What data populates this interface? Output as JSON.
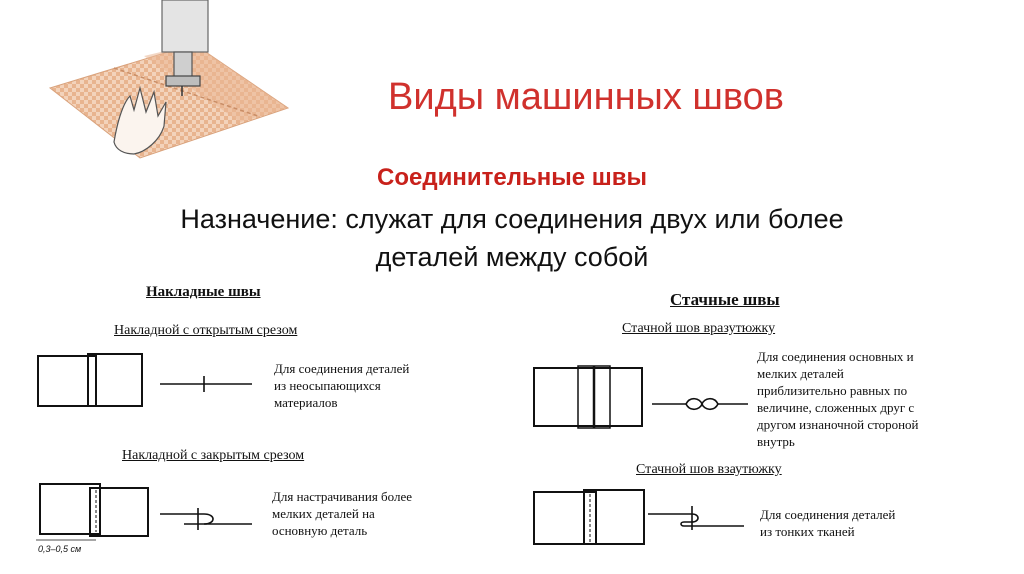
{
  "slide": {
    "title": "Виды машинных швов",
    "subtitle": "Соединительные швы",
    "purpose_line1": "Назначение: служат для соединения двух или более",
    "purpose_line2": "деталей между собой"
  },
  "left_section": {
    "heading": "Накладные швы",
    "items": [
      {
        "name": "Накладной с открытым срезом",
        "description": "Для соединения деталей\nиз неосыпающихся\nматериалов"
      },
      {
        "name": "Накладной с закрытым срезом",
        "description": "Для настрачивания более\nмелких деталей на\nосновную деталь",
        "dimension_label": "0,3–0,5 см"
      }
    ]
  },
  "right_section": {
    "heading": "Стачные швы",
    "items": [
      {
        "name": "Стачной шов вразутюжку",
        "description": "Для соединения основных и\nмелких деталей\nприблизительно равных по\nвеличине, сложенных друг с\nдругом изнаночной стороной\nвнутрь"
      },
      {
        "name": "Стачной шов взаутюжку",
        "description": "Для соединения деталей\nиз тонких тканей"
      }
    ]
  },
  "colors": {
    "title": "#d0312d",
    "subtitle": "#c8211b",
    "fabric": "#e8b48f"
  }
}
